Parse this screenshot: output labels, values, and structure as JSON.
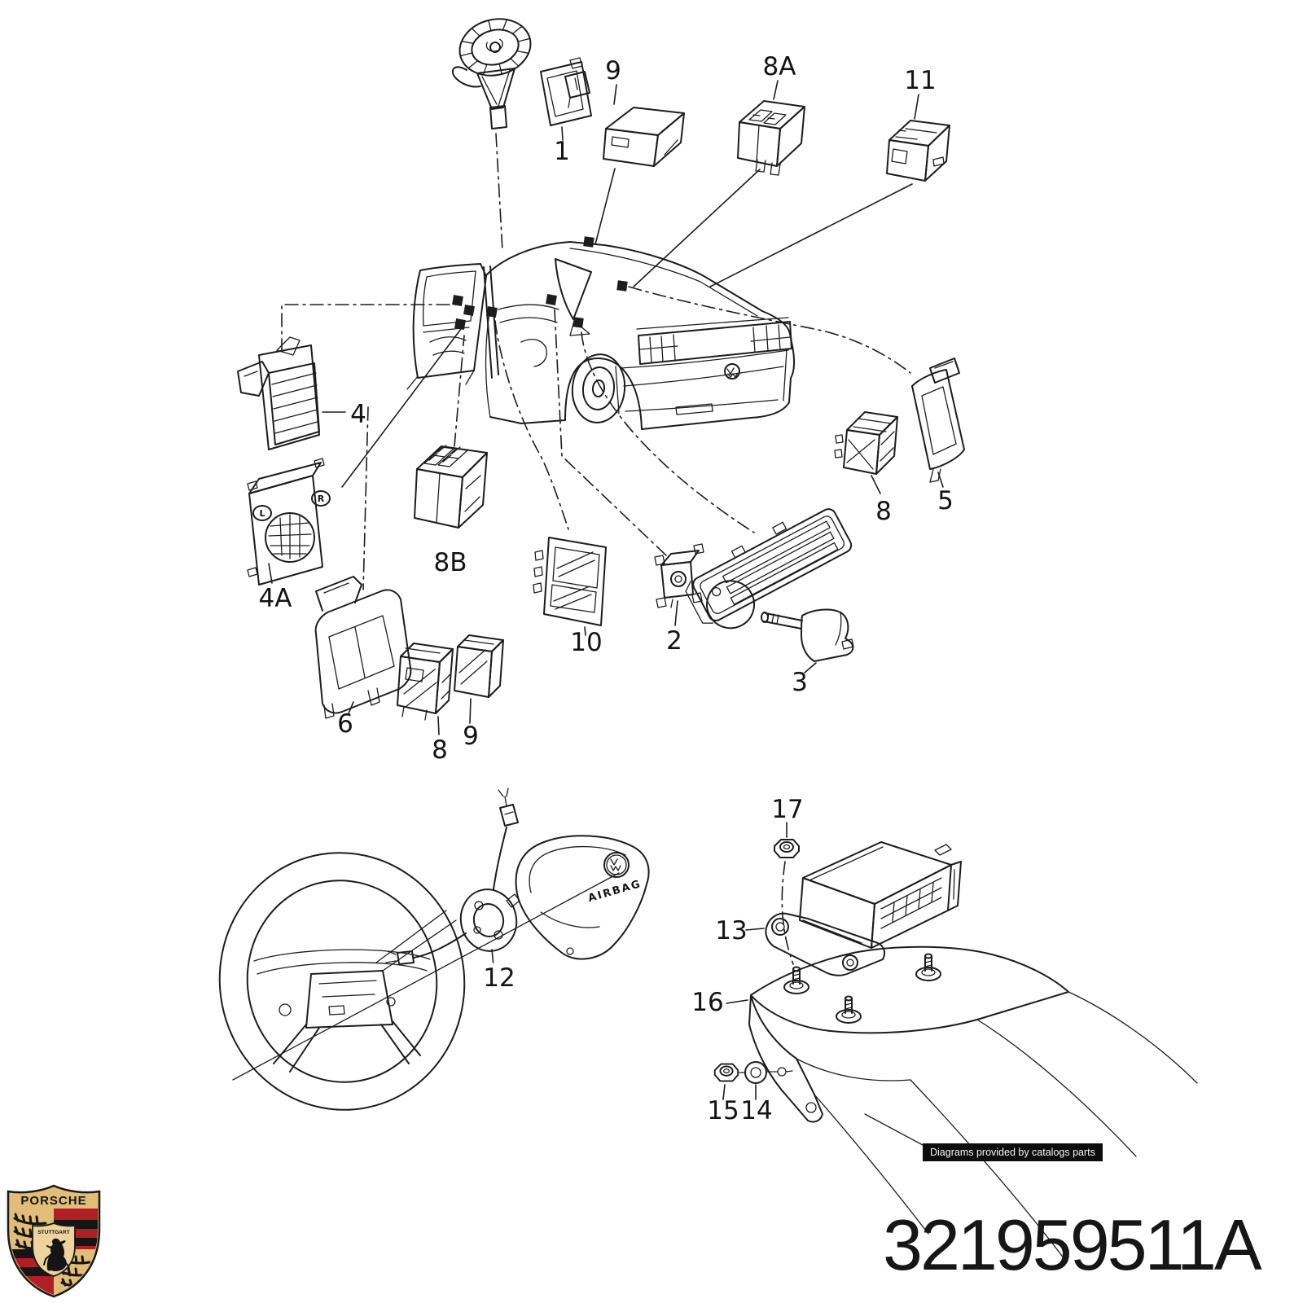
{
  "page": {
    "part_number": "321959511A",
    "watermark": "Diagrams provided by catalogs parts",
    "background": "#ffffff",
    "line_color": "#1d1d1d"
  },
  "brand": {
    "name": "PORSCHE",
    "city": "STUTTGART",
    "gold": "#e2bd79",
    "red": "#b01f24",
    "black": "#151515"
  },
  "figure": {
    "airbag_label": "AIRBAG",
    "mirror_switch_marks": [
      "L",
      "R"
    ]
  },
  "callouts": {
    "n1": "1",
    "n9_top": "9",
    "n8a": "8A",
    "n11": "11",
    "n4": "4",
    "n4a": "4A",
    "n8b": "8B",
    "n10": "10",
    "n2": "2",
    "n3": "3",
    "n6": "6",
    "n8_left": "8",
    "n9_left": "9",
    "n8_right": "8",
    "n5": "5",
    "n12": "12",
    "n17": "17",
    "n13": "13",
    "n16": "16",
    "n15": "15",
    "n14": "14"
  }
}
